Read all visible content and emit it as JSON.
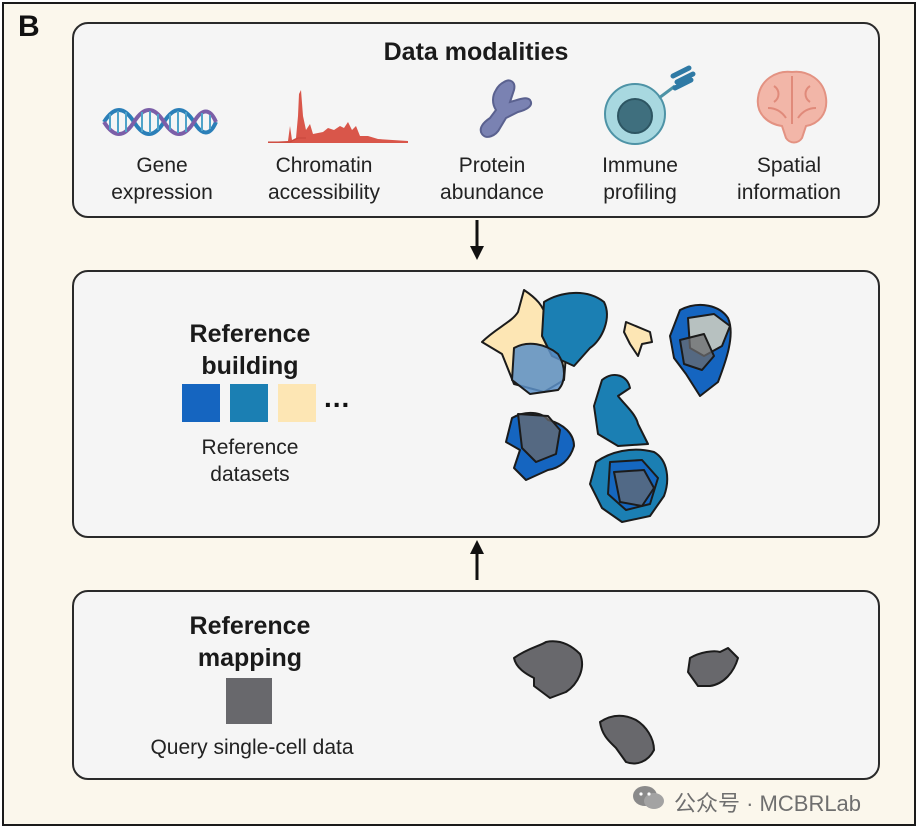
{
  "panel_letter": "B",
  "modalities": {
    "title": "Data modalities",
    "items": [
      {
        "line1": "Gene",
        "line2": "expression",
        "icon": "dna-icon"
      },
      {
        "line1": "Chromatin",
        "line2": "accessibility",
        "icon": "peak-signal-icon"
      },
      {
        "line1": "Protein",
        "line2": "abundance",
        "icon": "protein-icon"
      },
      {
        "line1": "Immune",
        "line2": "profiling",
        "icon": "immune-cell-icon"
      },
      {
        "line1": "Spatial",
        "line2": "information",
        "icon": "brain-icon"
      }
    ]
  },
  "reference_building": {
    "title_line1": "Reference",
    "title_line2": "building",
    "ellipsis": "...",
    "caption_line1": "Reference",
    "caption_line2": "datasets",
    "dataset_colors": [
      "#1565c0",
      "#1b7fb3",
      "#fde6b4"
    ]
  },
  "reference_mapping": {
    "title_line1": "Reference",
    "title_line2": "mapping",
    "caption": "Query single-cell data",
    "query_color": "#68686c"
  },
  "watermark": "公众号 · MCBRLab"
}
